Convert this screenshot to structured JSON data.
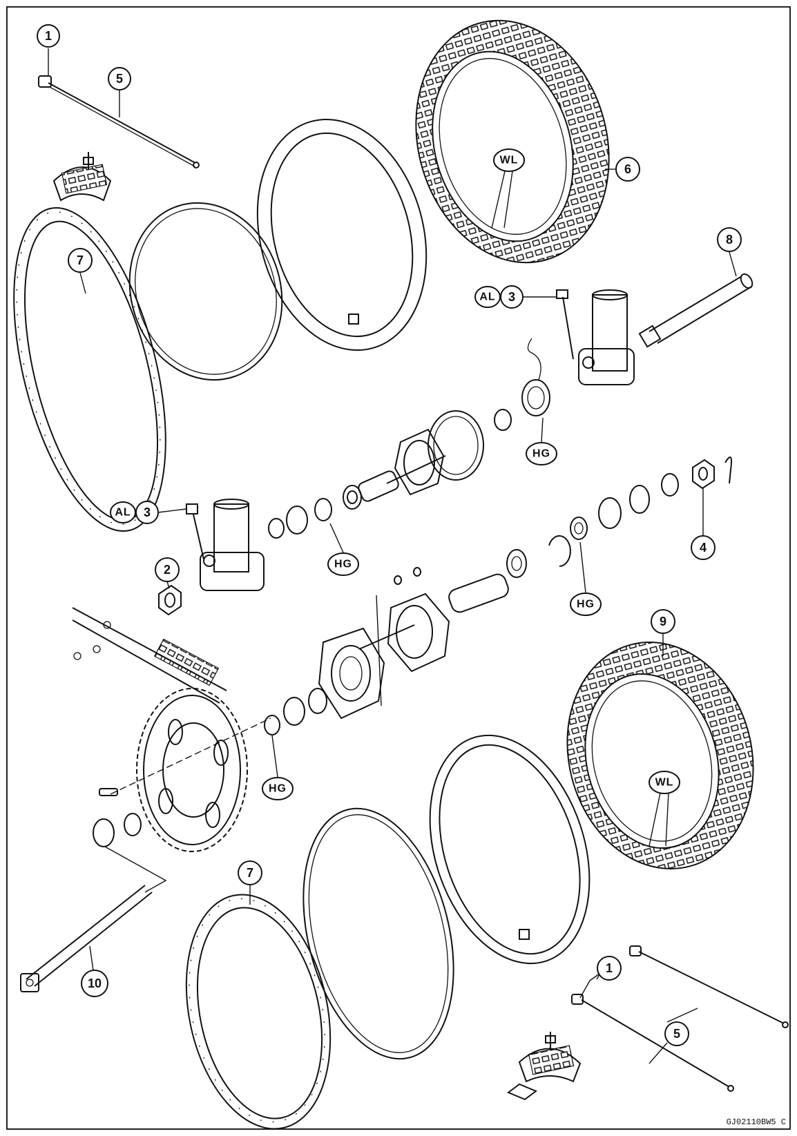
{
  "callouts": [
    {
      "id": "c1a",
      "text": "1"
    },
    {
      "id": "c5a",
      "text": "5"
    },
    {
      "id": "c6",
      "text": "6"
    },
    {
      "id": "c7a",
      "text": "7"
    },
    {
      "id": "c8",
      "text": "8"
    },
    {
      "id": "c3a",
      "text": "3"
    },
    {
      "id": "c3b",
      "text": "3"
    },
    {
      "id": "c2",
      "text": "2"
    },
    {
      "id": "c4",
      "text": "4"
    },
    {
      "id": "c9",
      "text": "9"
    },
    {
      "id": "c7b",
      "text": "7"
    },
    {
      "id": "c10",
      "text": "10"
    },
    {
      "id": "c1b",
      "text": "1"
    },
    {
      "id": "c5b",
      "text": "5"
    }
  ],
  "codes": {
    "wl": "WL",
    "hg": "HG",
    "al": "AL"
  },
  "reference_code": "GJ02110BW5 C"
}
